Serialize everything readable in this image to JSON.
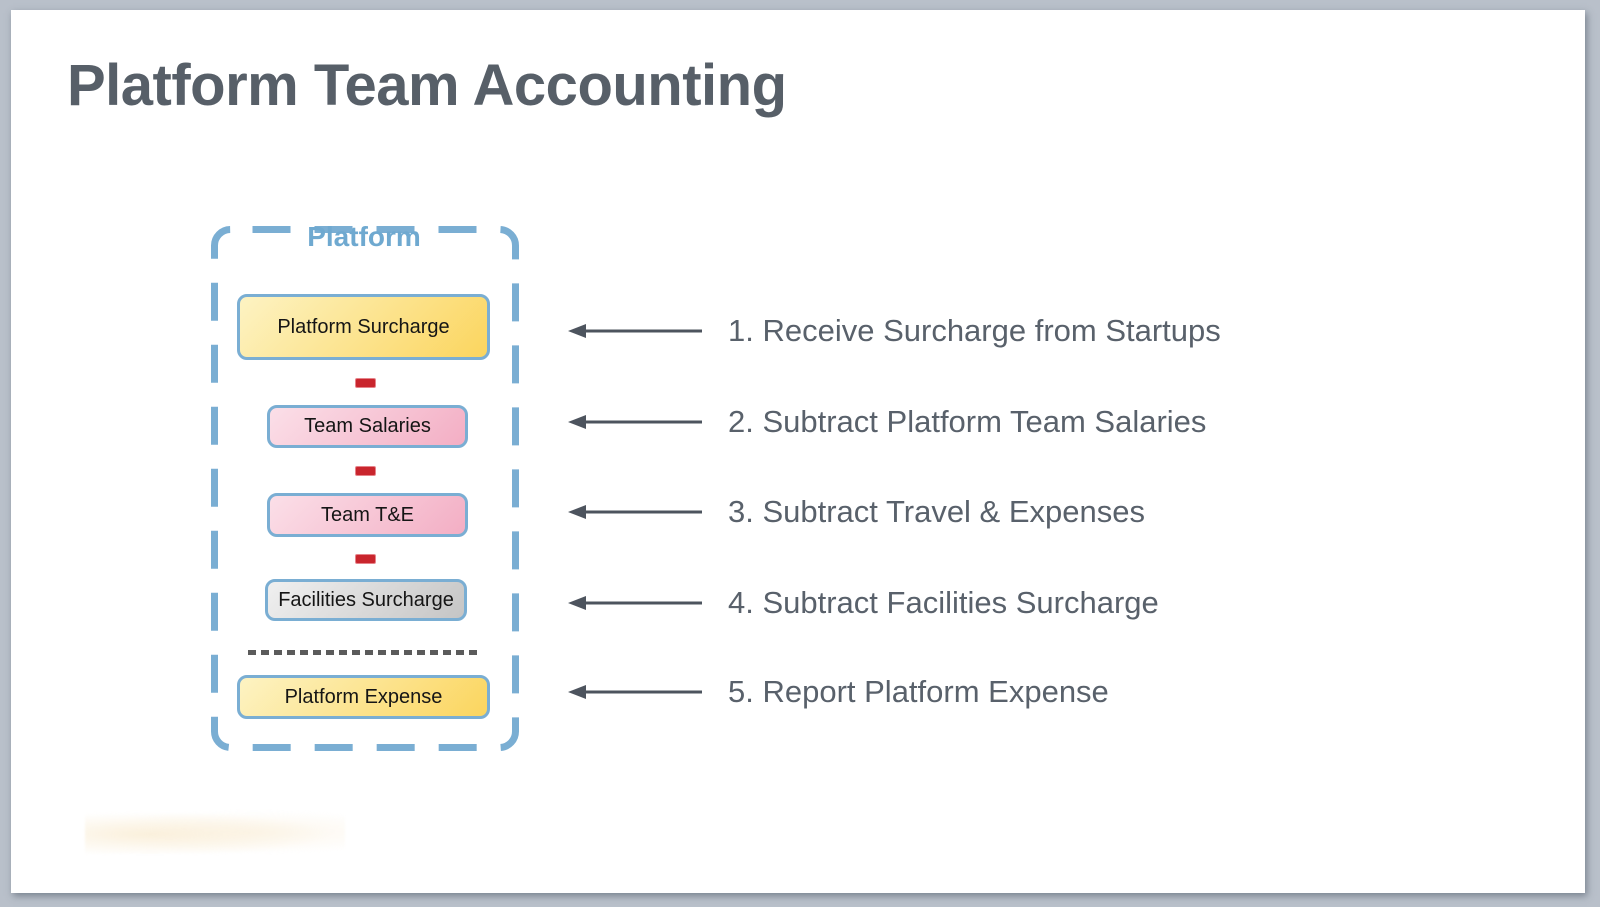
{
  "slide": {
    "title": "Platform Team Accounting"
  },
  "diagram": {
    "container_label": "Platform",
    "boxes": [
      {
        "label": "Platform Surcharge",
        "style": "yellow"
      },
      {
        "label": "Team Salaries",
        "style": "pink"
      },
      {
        "label": "Team T&E",
        "style": "pink"
      },
      {
        "label": "Facilities Surcharge",
        "style": "gray"
      },
      {
        "label": "Platform Expense",
        "style": "yellow"
      }
    ],
    "operators": [
      "minus",
      "minus",
      "minus"
    ],
    "divider": "dashed-line"
  },
  "steps": [
    "1. Receive Surcharge from Startups",
    "2. Subtract Platform Team Salaries",
    "3. Subtract Travel & Expenses",
    "4. Subtract Facilities Surcharge",
    "5. Report Platform Expense"
  ],
  "colors": {
    "container_blue": "#7aaed3",
    "label_blue": "#6fa9d0",
    "title_text": "#575f68",
    "step_text": "#59616b",
    "minus_red": "#c9252d",
    "arrow_gray": "#4d545e",
    "divider_gray": "#5b5b5b",
    "yellow_gradient_start": "#fdf3c3",
    "yellow_gradient_end": "#fbd55e",
    "pink_gradient_start": "#fbdfe8",
    "pink_gradient_end": "#f3aec4",
    "gray_gradient_start": "#f0f0f0",
    "gray_gradient_end": "#c5c5c5",
    "page_background": "#b9c0ca",
    "slide_background": "#ffffff"
  }
}
